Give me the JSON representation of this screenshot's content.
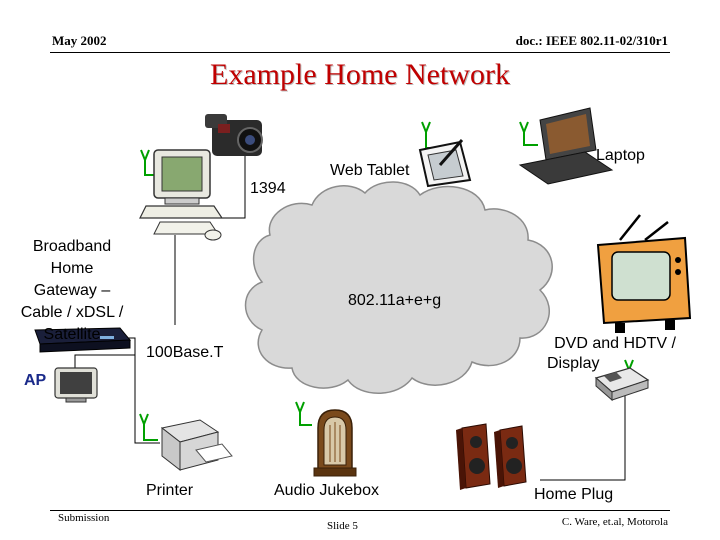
{
  "header": {
    "date": "May 2002",
    "doc": "doc.: IEEE 802.11-02/310r1"
  },
  "title": "Example Home Network",
  "labels": {
    "ieee1394": "1394",
    "web_tablet": "Web Tablet",
    "laptop": "Laptop",
    "gateway": [
      "Broadband",
      "Home",
      "Gateway –",
      "Cable / xDSL /",
      "Satellite"
    ],
    "wireless": "802.11a+e+g",
    "ethernet": "100Base.T",
    "dvd": [
      "DVD and HDTV /",
      "Display"
    ],
    "ap": "AP",
    "printer": "Printer",
    "jukebox": "Audio Jukebox",
    "homeplug": "Home Plug"
  },
  "footer": {
    "left": "Submission",
    "center": "Slide 5",
    "right": "C. Ware, et.al, Motorola"
  },
  "colors": {
    "title": "#c00000",
    "cloud": "#d9d9d9",
    "antenna": "#00a000",
    "ap_label": "#1a2a8a"
  }
}
